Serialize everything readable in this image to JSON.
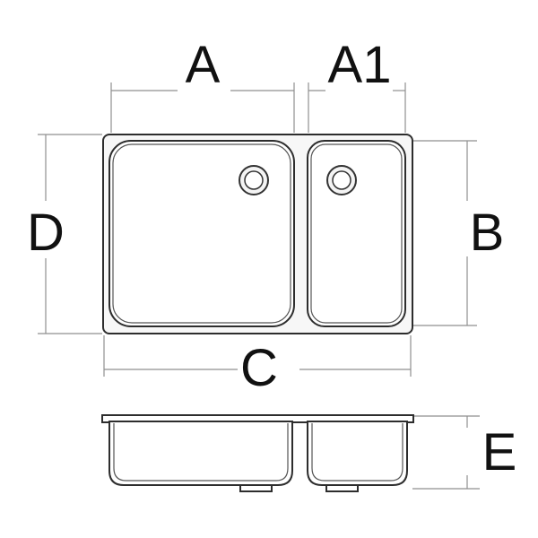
{
  "labels": {
    "A": "A",
    "A1": "A1",
    "B": "B",
    "C": "C",
    "D": "D",
    "E": "E"
  }
}
